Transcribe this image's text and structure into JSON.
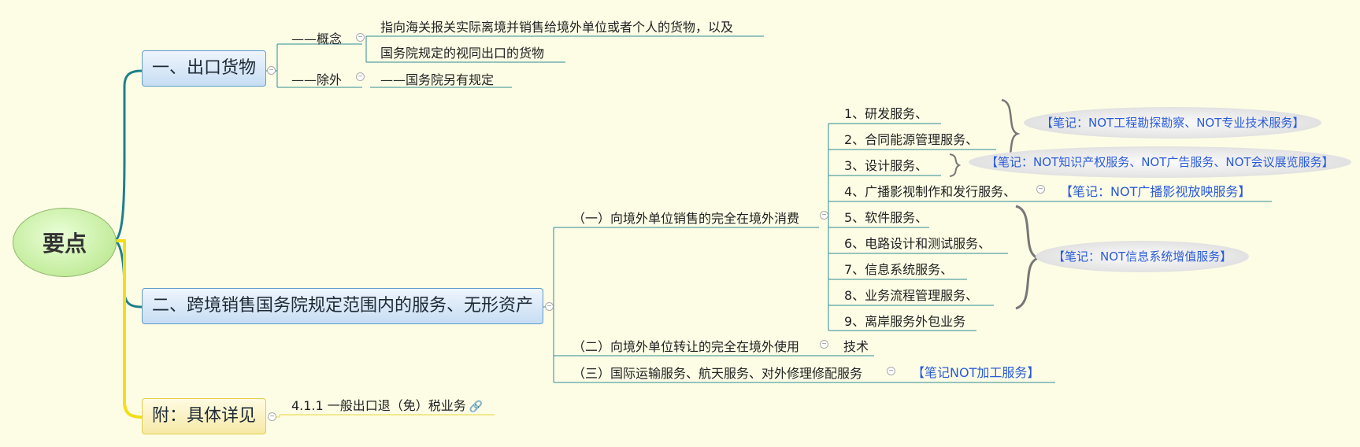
{
  "root": {
    "label": "要点"
  },
  "branch1": {
    "label": "一、出口货物",
    "concept": {
      "label": "——概念",
      "lines": [
        "指向海关报关实际离境并销售给境外单位或者个人的货物，以及",
        "国务院规定的视同出口的货物"
      ]
    },
    "exception": {
      "label": "——除外",
      "child": "——国务院另有规定"
    }
  },
  "branch2": {
    "label": "二、跨境销售国务院规定范围内的服务、无形资产",
    "sub1": {
      "label": "（一）向境外单位销售的完全在境外消费",
      "items": [
        "1、研发服务、",
        "2、合同能源管理服务、",
        "3、设计服务、",
        "4、广播影视制作和发行服务、",
        "5、软件服务、",
        "6、电路设计和测试服务、",
        "7、信息系统服务、",
        "8、业务流程管理服务、",
        "9、离岸服务外包业务"
      ],
      "notes": [
        "【笔记：NOT工程勘探勘察、NOT专业技术服务】",
        "【笔记：NOT知识产权服务、NOT广告服务、NOT会议展览服务】",
        "【笔记：NOT广播影视放映服务】",
        "【笔记：NOT信息系统增值服务】"
      ]
    },
    "sub2": {
      "label": "（二）向境外单位转让的完全在境外使用",
      "child": "技术"
    },
    "sub3": {
      "label": "（三）国际运输服务、航天服务、对外修理修配服务",
      "note": "【笔记NOT加工服务】"
    }
  },
  "branch3": {
    "label": "附：具体详见",
    "child": "4.1.1 一般出口退（免）税业务",
    "child_icon": "link-icon"
  },
  "colors": {
    "teal_connector": "#1d7f8a",
    "yellow_connector": "#f3de1a",
    "note_text": "#2a5bd7",
    "background": "#fdfde6"
  }
}
